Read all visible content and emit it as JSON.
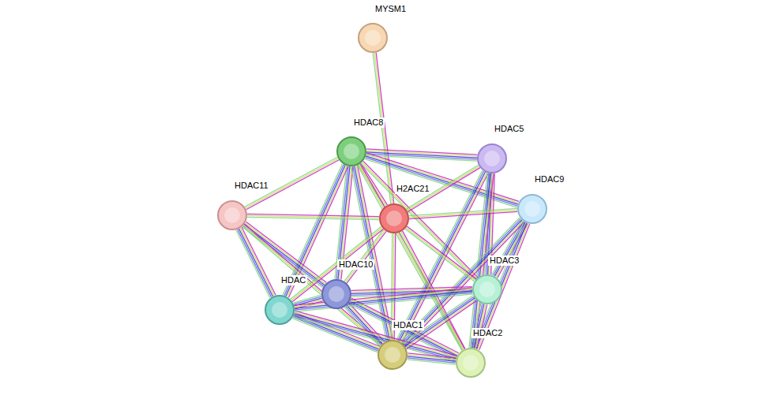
{
  "diagram": {
    "nodes": [
      {
        "text": [
          "MYSM1"
        ]
      },
      {
        "text": [
          "HDAC8"
        ]
      },
      {
        "text": [
          "HDAC5"
        ]
      },
      {
        "text": [
          "HDAC11"
        ]
      },
      {
        "text": [
          "H2AC21"
        ]
      },
      {
        "text": [
          "HDAC9"
        ]
      },
      {
        "text": [
          "HDAC10"
        ]
      },
      {
        "text": [
          "HDAC"
        ]
      },
      {
        "text": [
          "HDAC3"
        ]
      },
      {
        "text": [
          "HDAC1"
        ]
      },
      {
        "text": [
          "HDAC2"
        ]
      }
    ],
    "edges": [
      {
        "from": 0,
        "to": 4,
        "arrow": "none"
      },
      {
        "from": 1,
        "to": 2,
        "arrow": "none"
      },
      {
        "from": 1,
        "to": 5,
        "arrow": "none"
      },
      {
        "from": 1,
        "to": 3,
        "arrow": "none"
      },
      {
        "from": 1,
        "to": 4,
        "arrow": "none"
      },
      {
        "from": 1,
        "to": 6,
        "arrow": "none"
      },
      {
        "from": 1,
        "to": 7,
        "arrow": "none"
      },
      {
        "from": 1,
        "to": 9,
        "arrow": "none"
      },
      {
        "from": 1,
        "to": 10,
        "arrow": "none"
      },
      {
        "from": 1,
        "to": 8,
        "arrow": "none"
      },
      {
        "from": 2,
        "to": 4,
        "arrow": "none"
      },
      {
        "from": 2,
        "to": 8,
        "arrow": "none"
      },
      {
        "from": 2,
        "to": 9,
        "arrow": "none"
      },
      {
        "from": 2,
        "to": 10,
        "arrow": "none"
      },
      {
        "from": 5,
        "to": 4,
        "arrow": "none"
      },
      {
        "from": 5,
        "to": 8,
        "arrow": "none"
      },
      {
        "from": 5,
        "to": 9,
        "arrow": "none"
      },
      {
        "from": 5,
        "to": 10,
        "arrow": "none"
      },
      {
        "from": 3,
        "to": 4,
        "arrow": "none"
      },
      {
        "from": 3,
        "to": 6,
        "arrow": "none"
      },
      {
        "from": 3,
        "to": 7,
        "arrow": "none"
      },
      {
        "from": 3,
        "to": 9,
        "arrow": "none"
      },
      {
        "from": 4,
        "to": 8,
        "arrow": "none"
      },
      {
        "from": 4,
        "to": 9,
        "arrow": "none"
      },
      {
        "from": 4,
        "to": 10,
        "arrow": "none"
      },
      {
        "from": 4,
        "to": 6,
        "arrow": "none"
      },
      {
        "from": 4,
        "to": 7,
        "arrow": "none"
      },
      {
        "from": 6,
        "to": 7,
        "arrow": "none"
      },
      {
        "from": 6,
        "to": 9,
        "arrow": "none"
      },
      {
        "from": 6,
        "to": 10,
        "arrow": "none"
      },
      {
        "from": 6,
        "to": 8,
        "arrow": "none"
      },
      {
        "from": 7,
        "to": 9,
        "arrow": "none"
      },
      {
        "from": 7,
        "to": 10,
        "arrow": "none"
      },
      {
        "from": 7,
        "to": 8,
        "arrow": "none"
      },
      {
        "from": 8,
        "to": 9,
        "arrow": "none"
      },
      {
        "from": 8,
        "to": 10,
        "arrow": "none"
      },
      {
        "from": 9,
        "to": 10,
        "arrow": "none"
      }
    ]
  }
}
